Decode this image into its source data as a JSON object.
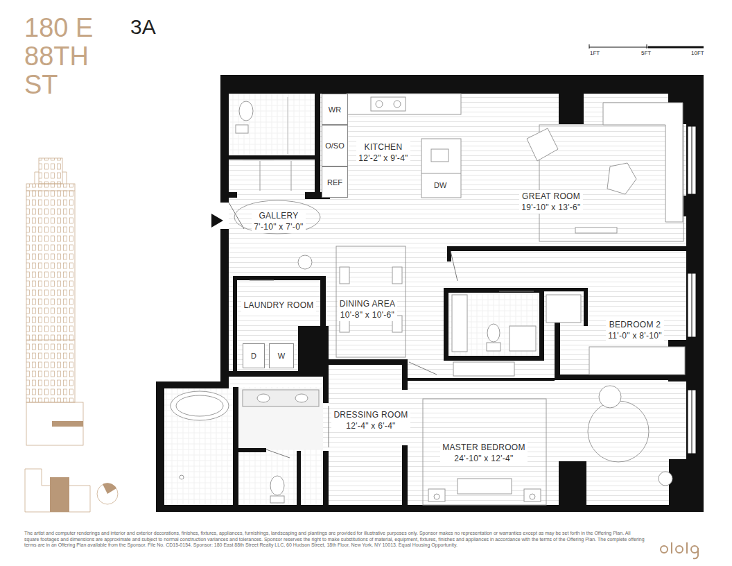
{
  "diagram": {
    "title": "180 E 88TH ST",
    "caption": "The artist and computer renderings and interior and exterior decorations, finishes, fixtures, appliances, furnishings, landscaping and plantings are provided for illustrative purposes only. Sponsor makes no representation or warranties except as may be set forth in the Offering Plan. All square footages and dimensions are approximate and subject to normal construction variances and tolerances. Sponsor reserves the right to make substitutions of material, equipment, fixtures, finishes and appliances in accordance with the terms of the Offering Plan. The complete offering terms are in an Offering Plan available from the Sponsor. File No. CD15-0154. Sponsor: 180 East 88th Street Realty LLC, 60 Hudson Street, 18th Floor, New York, NY 10013. Equal Housing Opportunity.",
    "nodes": [
      {
        "text": [
          "KITCHEN",
          "12'-2\" x 9'-4\""
        ]
      },
      {
        "text": [
          "WR"
        ],
        "in": 0
      },
      {
        "text": [
          "O/SO"
        ],
        "in": 0
      },
      {
        "text": [
          "REF"
        ],
        "in": 0
      },
      {
        "text": [
          "GREAT ROOM",
          "19'-10\" x 13'-6\""
        ]
      },
      {
        "text": [
          "GALLERY",
          "7'-10\" x 7'-0\""
        ]
      },
      {
        "text": [
          "DINING AREA",
          "10'-8\" x 10'-6\""
        ]
      },
      {
        "text": [
          "LAUNDRY ROOM"
        ]
      },
      {
        "text": [
          "D"
        ],
        "in": 7
      },
      {
        "text": [
          "W"
        ],
        "in": 7
      },
      {
        "text": [
          "BEDROOM 2",
          "11'-0\" x 8'-10\""
        ]
      },
      {
        "text": [
          "DRESSING ROOM",
          "12'-4\" x 6'-4\""
        ]
      },
      {
        "text": [
          "MASTER BEDROOM",
          "24'-10\" x 12'-4\""
        ]
      }
    ],
    "labels": [
      "3A",
      "1FT",
      "5FT",
      "10FT",
      "DW"
    ]
  }
}
